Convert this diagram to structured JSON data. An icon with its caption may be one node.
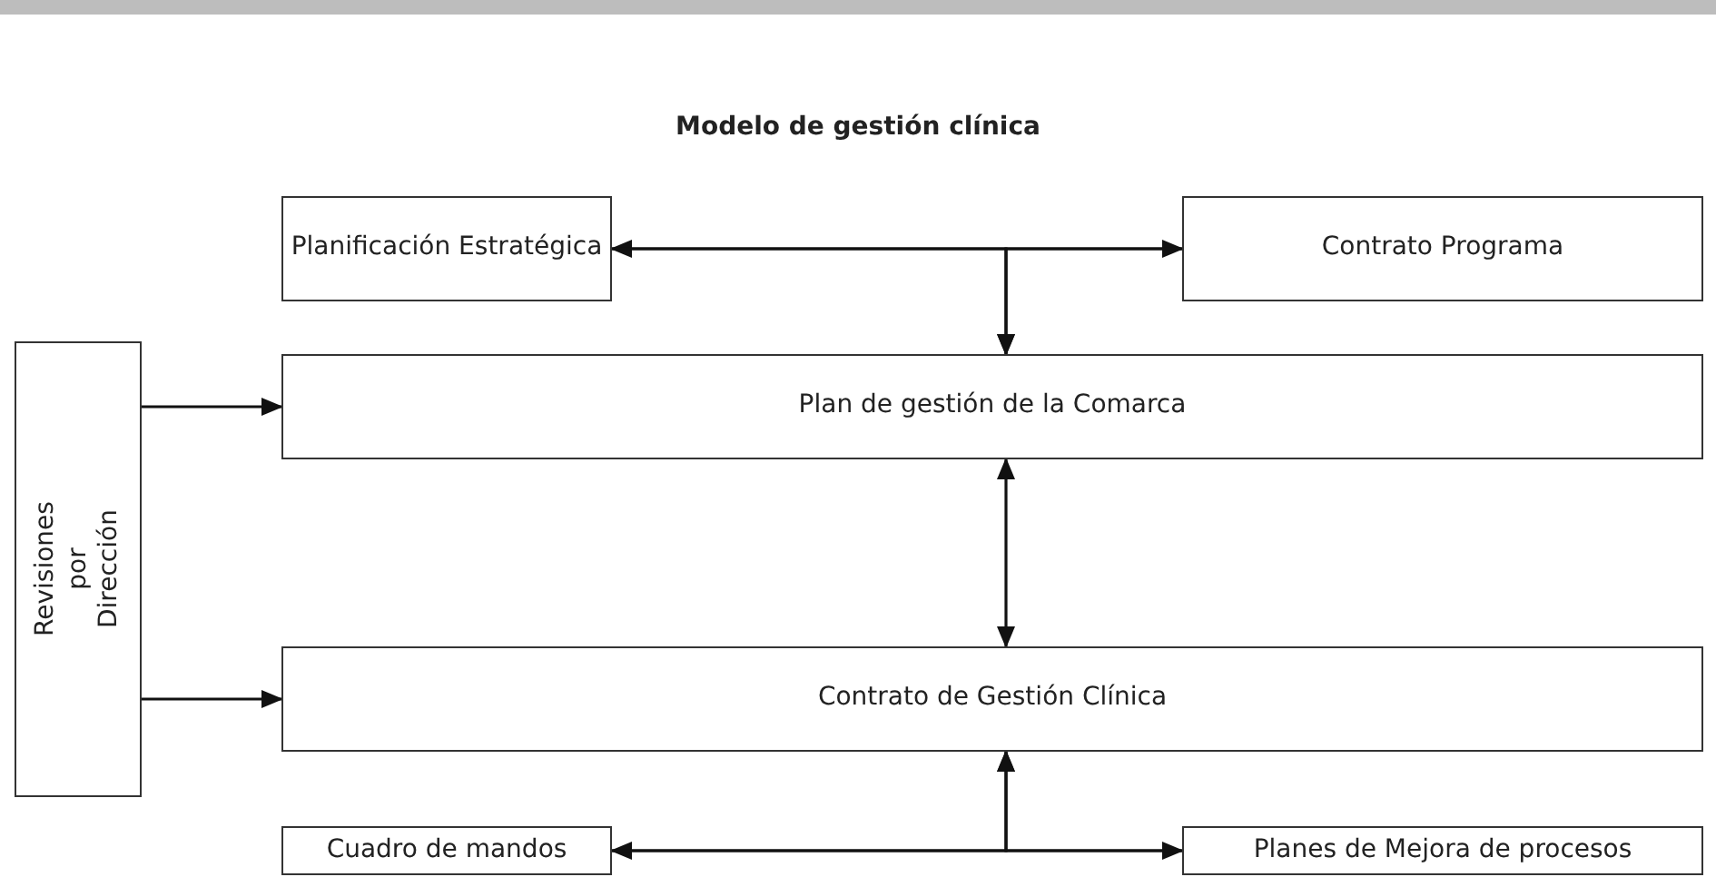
{
  "diagram": {
    "title": "Modelo de gestión clínica",
    "nodes": [
      {
        "text": [
          "Planificación Estratégica"
        ]
      },
      {
        "text": [
          "Contrato Programa"
        ]
      },
      {
        "text": [
          "Revisiones por Dirección"
        ]
      },
      {
        "text": [
          "Plan de gestión de la Comarca"
        ]
      },
      {
        "text": [
          "Contrato de Gestión Clínica"
        ]
      },
      {
        "text": [
          "Cuadro de mandos"
        ]
      },
      {
        "text": [
          "Planes de Mejora de procesos"
        ]
      }
    ],
    "edges": [
      {
        "from": 0,
        "to": 1,
        "arrow": "both"
      },
      {
        "from": 0,
        "to": 3,
        "arrow": "to"
      },
      {
        "from": 1,
        "to": 3,
        "arrow": "to"
      },
      {
        "from": 2,
        "to": 3,
        "arrow": "to"
      },
      {
        "from": 3,
        "to": 4,
        "arrow": "both"
      },
      {
        "from": 2,
        "to": 4,
        "arrow": "to"
      },
      {
        "from": 5,
        "to": 6,
        "arrow": "both"
      },
      {
        "from": 5,
        "to": 4,
        "arrow": "to"
      },
      {
        "from": 6,
        "to": 4,
        "arrow": "to"
      }
    ]
  }
}
